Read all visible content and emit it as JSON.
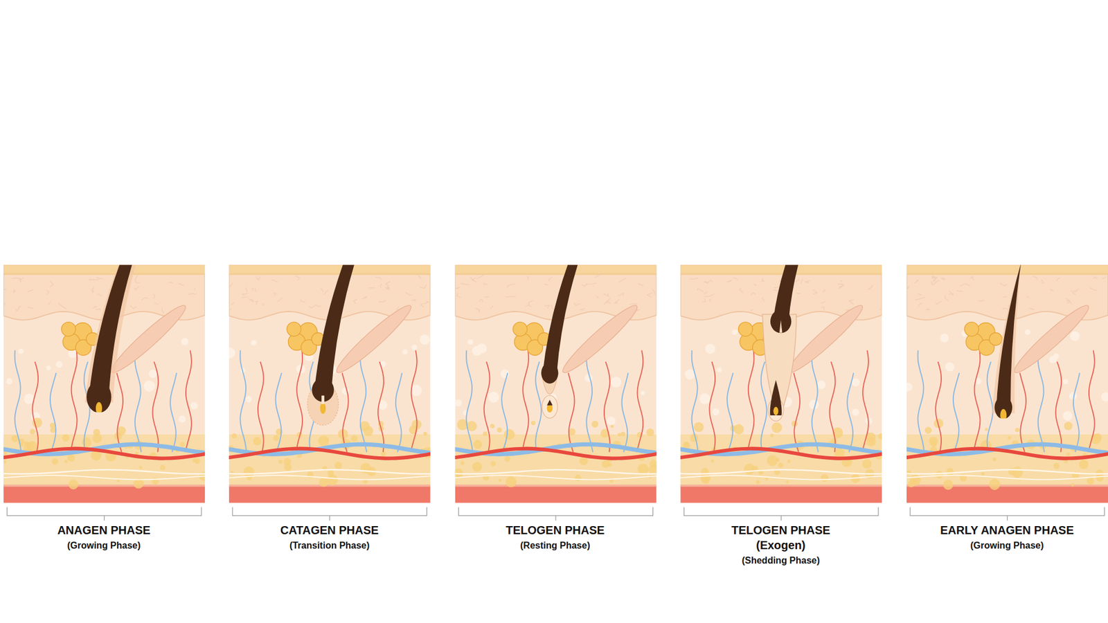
{
  "diagram": {
    "labels": [
      "ANAGEN PHASE",
      "(Growing Phase)",
      "CATAGEN PHASE",
      "(Transition Phase)",
      "TELOGEN PHASE",
      "(Resting Phase)",
      "TELOGEN PHASE",
      "(Exogen)",
      "(Shedding Phase)",
      "EARLY ANAGEN PHASE",
      "(Growing Phase)"
    ]
  }
}
